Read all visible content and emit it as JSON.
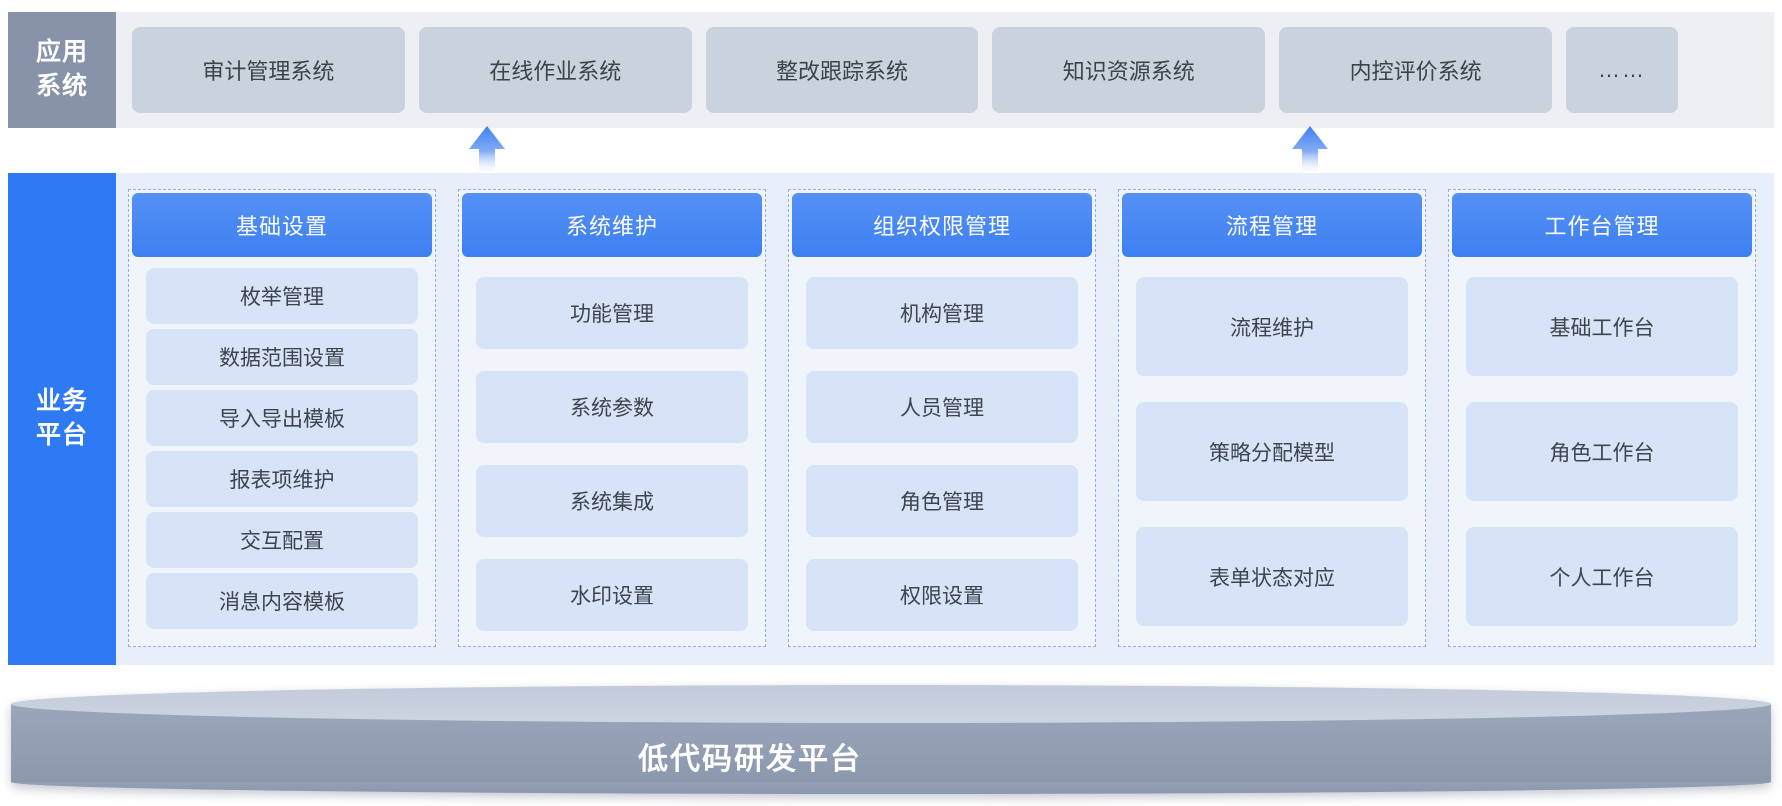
{
  "header_row": {
    "label": {
      "text": "应用系统",
      "lines": [
        "应用",
        "系统"
      ]
    },
    "systems": [
      "审计管理系统",
      "在线作业系统",
      "整改跟踪系统",
      "知识资源系统",
      "内控评价系统"
    ],
    "more": "……"
  },
  "platform": {
    "label": {
      "text": "业务平台",
      "lines": [
        "业务",
        "平台"
      ]
    },
    "columns": [
      {
        "title": "基础设置",
        "size": "sm",
        "items": [
          "枚举管理",
          "数据范围设置",
          "导入导出模板",
          "报表项维护",
          "交互配置",
          "消息内容模板"
        ]
      },
      {
        "title": "系统维护",
        "size": "md",
        "items": [
          "功能管理",
          "系统参数",
          "系统集成",
          "水印设置"
        ]
      },
      {
        "title": "组织权限管理",
        "size": "md",
        "items": [
          "机构管理",
          "人员管理",
          "角色管理",
          "权限设置"
        ]
      },
      {
        "title": "流程管理",
        "size": "lg",
        "items": [
          "流程维护",
          "策略分配模型",
          "表单状态对应"
        ]
      },
      {
        "title": "工作台管理",
        "size": "lg",
        "items": [
          "基础工作台",
          "角色工作台",
          "个人工作台"
        ]
      }
    ]
  },
  "base_platform": {
    "title": "低代码研发平台"
  },
  "icons": {
    "up_arrow": "up-arrow"
  },
  "colors": {
    "app_label_bg": "#8793A8",
    "top_band_bg": "#EDEFF3",
    "system_box_bg": "#C9D2DD",
    "system_box_text": "#3C424B",
    "biz_label_bg": "#2E79F4",
    "panel_bg": "#E9EFFA",
    "column_bg": "#F0F5FC",
    "column_dashed_border": "#8FAFE8",
    "column_header_bg": "#4587F2",
    "module_item_bg": "#D7E4F8",
    "module_item_text": "#3E444D",
    "arrow_blue": "#4080F0",
    "disc_top": "#C8D0DE",
    "disc_side": "#93A0B5"
  }
}
